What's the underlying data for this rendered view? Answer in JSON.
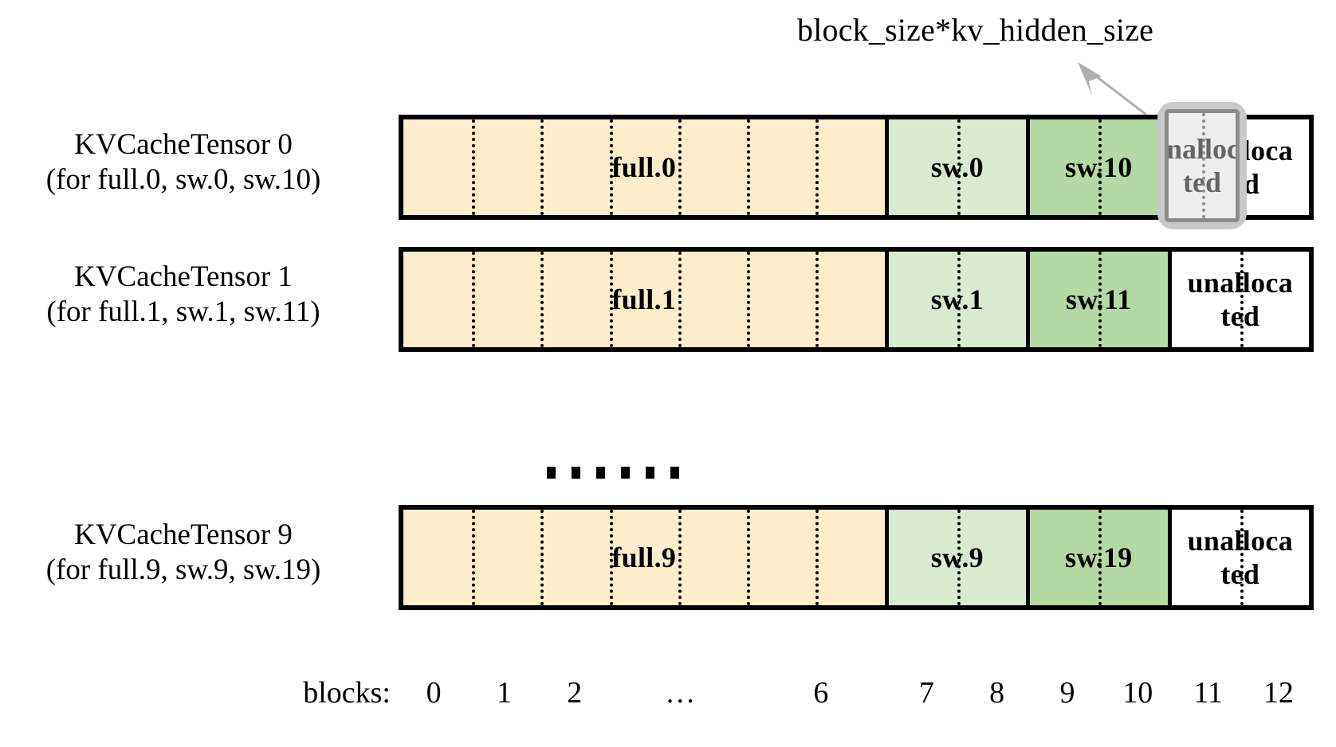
{
  "figure": {
    "callout": {
      "label": "block_size*kv_hidden_size",
      "arrow_icon": "arrow-up-left-icon",
      "target_block": "11",
      "target_text_line1": "unalloca",
      "target_text_line2": "ted"
    },
    "ellipsis": "……",
    "axis": {
      "title": "blocks:",
      "ticks": [
        "0",
        "1",
        "2",
        "…",
        "6",
        "7",
        "8",
        "9",
        "10",
        "11",
        "12"
      ]
    },
    "colors": {
      "full": "#fceecc",
      "sw_light": "#d8ead0",
      "sw_dark": "#b5d9a4",
      "unallocated": "#ffffff",
      "border": "#000000",
      "highlight_outer": "#c9c9c9",
      "highlight_inner": "#8c8c8c",
      "highlight_fill": "#ededed",
      "highlight_text": "#656565",
      "arrow": "#b0b0b0"
    },
    "rows": [
      {
        "title": "KVCacheTensor 0",
        "subtitle": "(for full.0, sw.0, sw.10)",
        "segments": [
          {
            "label": "full.0",
            "blocks": 7,
            "fill": "full"
          },
          {
            "label": "sw.0",
            "blocks": 2,
            "fill": "sw_light"
          },
          {
            "label": "sw.10",
            "blocks": 2,
            "fill": "sw_dark"
          },
          {
            "label": "unalloca ted",
            "blocks": 2,
            "fill": "unallocated"
          }
        ]
      },
      {
        "title": "KVCacheTensor 1",
        "subtitle": "(for full.1, sw.1, sw.11)",
        "segments": [
          {
            "label": "full.1",
            "blocks": 7,
            "fill": "full"
          },
          {
            "label": "sw.1",
            "blocks": 2,
            "fill": "sw_light"
          },
          {
            "label": "sw.11",
            "blocks": 2,
            "fill": "sw_dark"
          },
          {
            "label": "unalloca ted",
            "blocks": 2,
            "fill": "unallocated"
          }
        ]
      },
      {
        "title": "KVCacheTensor 9",
        "subtitle": "(for full.9, sw.9, sw.19)",
        "segments": [
          {
            "label": "full.9",
            "blocks": 7,
            "fill": "full"
          },
          {
            "label": "sw.9",
            "blocks": 2,
            "fill": "sw_light"
          },
          {
            "label": "sw.19",
            "blocks": 2,
            "fill": "sw_dark"
          },
          {
            "label": "unalloca ted",
            "blocks": 2,
            "fill": "unallocated"
          }
        ]
      }
    ]
  }
}
